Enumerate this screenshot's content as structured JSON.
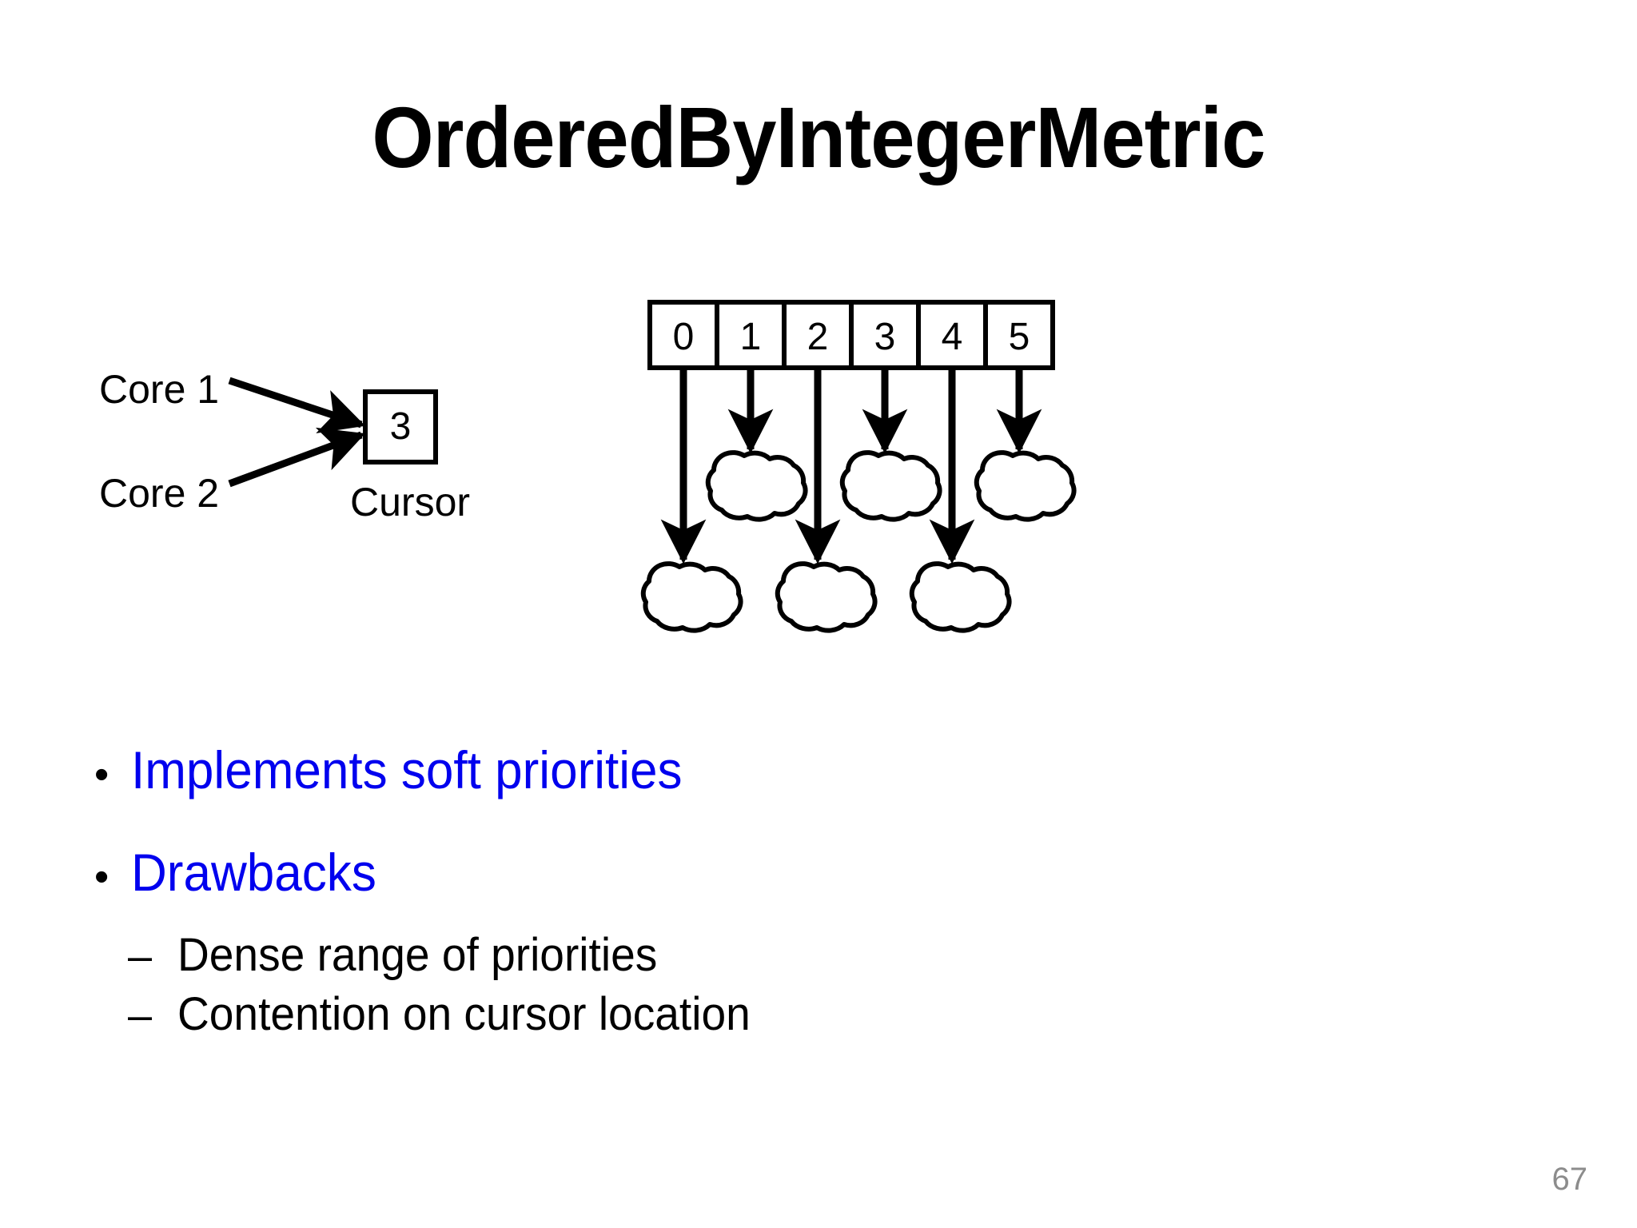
{
  "slide": {
    "title": "OrderedByIntegerMetric",
    "page_number": "67",
    "page_number_color": "#8c8c8c",
    "background_color": "#ffffff",
    "accent_color": "#0000ee"
  },
  "diagram": {
    "cores": [
      {
        "label": "Core 1"
      },
      {
        "label": "Core 2"
      }
    ],
    "cursor": {
      "value": "3",
      "caption": "Cursor"
    },
    "array": {
      "cells": [
        {
          "label": "0",
          "bucket_row": "lower"
        },
        {
          "label": "1",
          "bucket_row": "upper"
        },
        {
          "label": "2",
          "bucket_row": "lower"
        },
        {
          "label": "3",
          "bucket_row": "upper"
        },
        {
          "label": "4",
          "bucket_row": "lower"
        },
        {
          "label": "5",
          "bucket_row": "upper"
        }
      ]
    },
    "bucket_count": 6
  },
  "bullets": [
    {
      "level": 1,
      "marker": "•",
      "text": "Implements soft priorities",
      "color": "#0000ee",
      "children": []
    },
    {
      "level": 1,
      "marker": "•",
      "text": "Drawbacks",
      "color": "#0000ee",
      "children": [
        {
          "level": 2,
          "marker": "–",
          "text": "Dense range of priorities",
          "color": "#000000"
        },
        {
          "level": 2,
          "marker": "–",
          "text": "Contention on cursor location",
          "color": "#000000"
        }
      ]
    }
  ]
}
